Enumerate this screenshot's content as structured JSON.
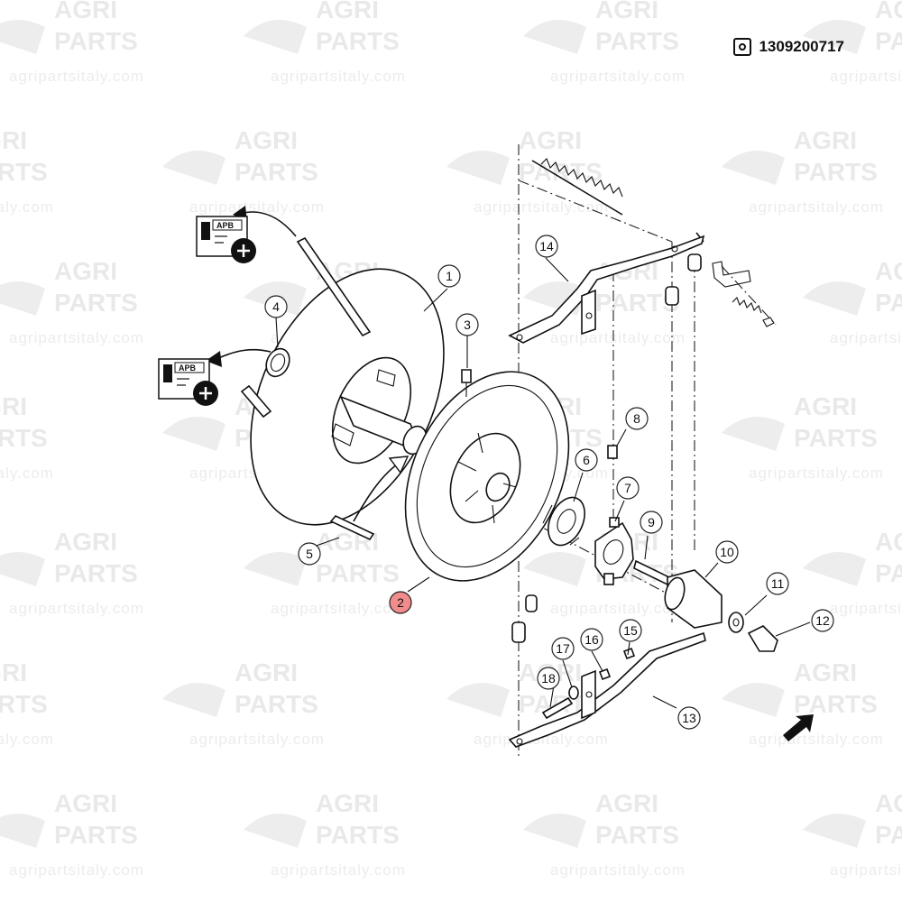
{
  "header": {
    "icon": "camera-icon",
    "part_code": "1309200717"
  },
  "watermark": {
    "line1": "AGRI",
    "line2": "PARTS",
    "url": "agripartsitaly.com"
  },
  "apb_labels": [
    {
      "text": "APB",
      "icon": "plus-icon"
    },
    {
      "text": "APB",
      "icon": "plus-icon"
    }
  ],
  "callouts": [
    {
      "number": "1",
      "active": false
    },
    {
      "number": "2",
      "active": true
    },
    {
      "number": "3",
      "active": false
    },
    {
      "number": "4",
      "active": false
    },
    {
      "number": "5",
      "active": false
    },
    {
      "number": "6",
      "active": false
    },
    {
      "number": "7",
      "active": false
    },
    {
      "number": "8",
      "active": false
    },
    {
      "number": "9",
      "active": false
    },
    {
      "number": "10",
      "active": false
    },
    {
      "number": "11",
      "active": false
    },
    {
      "number": "12",
      "active": false
    },
    {
      "number": "13",
      "active": false
    },
    {
      "number": "14",
      "active": false
    },
    {
      "number": "15",
      "active": false
    },
    {
      "number": "16",
      "active": false
    },
    {
      "number": "17",
      "active": false
    },
    {
      "number": "18",
      "active": false
    }
  ],
  "colors": {
    "active_callout": "#f08c8c",
    "ink": "#111111",
    "watermark": "#e9e9e9"
  }
}
